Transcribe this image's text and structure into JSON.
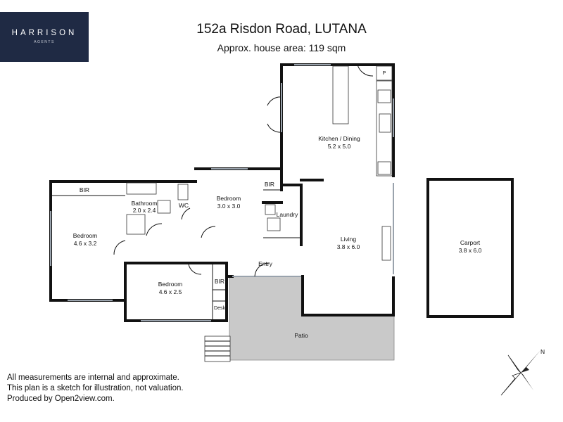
{
  "logo": {
    "name": "HARRISON",
    "sub": "AGENTS"
  },
  "header": {
    "title": "152a Risdon Road, LUTANA",
    "subtitle": "Approx. house area: 119 sqm"
  },
  "rooms": {
    "kitchen": {
      "name": "Kitchen / Dining",
      "size": "5.2 x 5.0"
    },
    "pantry": {
      "name": "P"
    },
    "bedroom_mid": {
      "name": "Bedroom",
      "size": "3.0 x 3.0"
    },
    "bir_mid": {
      "name": "BIR"
    },
    "laundry": {
      "name": "Laundry"
    },
    "living": {
      "name": "Living",
      "size": "3.8 x 6.0"
    },
    "bir_top": {
      "name": "BIR"
    },
    "bathroom": {
      "name": "Bathroom",
      "size": "2.0 x 2.4"
    },
    "wc": {
      "name": "WC"
    },
    "bedroom_left": {
      "name": "Bedroom",
      "size": "4.6 x 3.2"
    },
    "bedroom_bottom": {
      "name": "Bedroom",
      "size": "4.6 x 2.5"
    },
    "bir_bottom": {
      "name": "BIR"
    },
    "desk": {
      "name": "Desk"
    },
    "entry": {
      "name": "Entry"
    },
    "patio": {
      "name": "Patio"
    },
    "carport": {
      "name": "Carport",
      "size": "3.8 x 6.0"
    }
  },
  "compass": {
    "north": "N"
  },
  "disclaimer": [
    "All measurements are internal and approximate.",
    "This plan is a sketch for illustration, not valuation.",
    "Produced by Open2view.com."
  ],
  "colors": {
    "logo_bg": "#1f2a44",
    "patio_fill": "#c9c9c9",
    "wall": "#111111",
    "window": "#9aa3ad"
  }
}
